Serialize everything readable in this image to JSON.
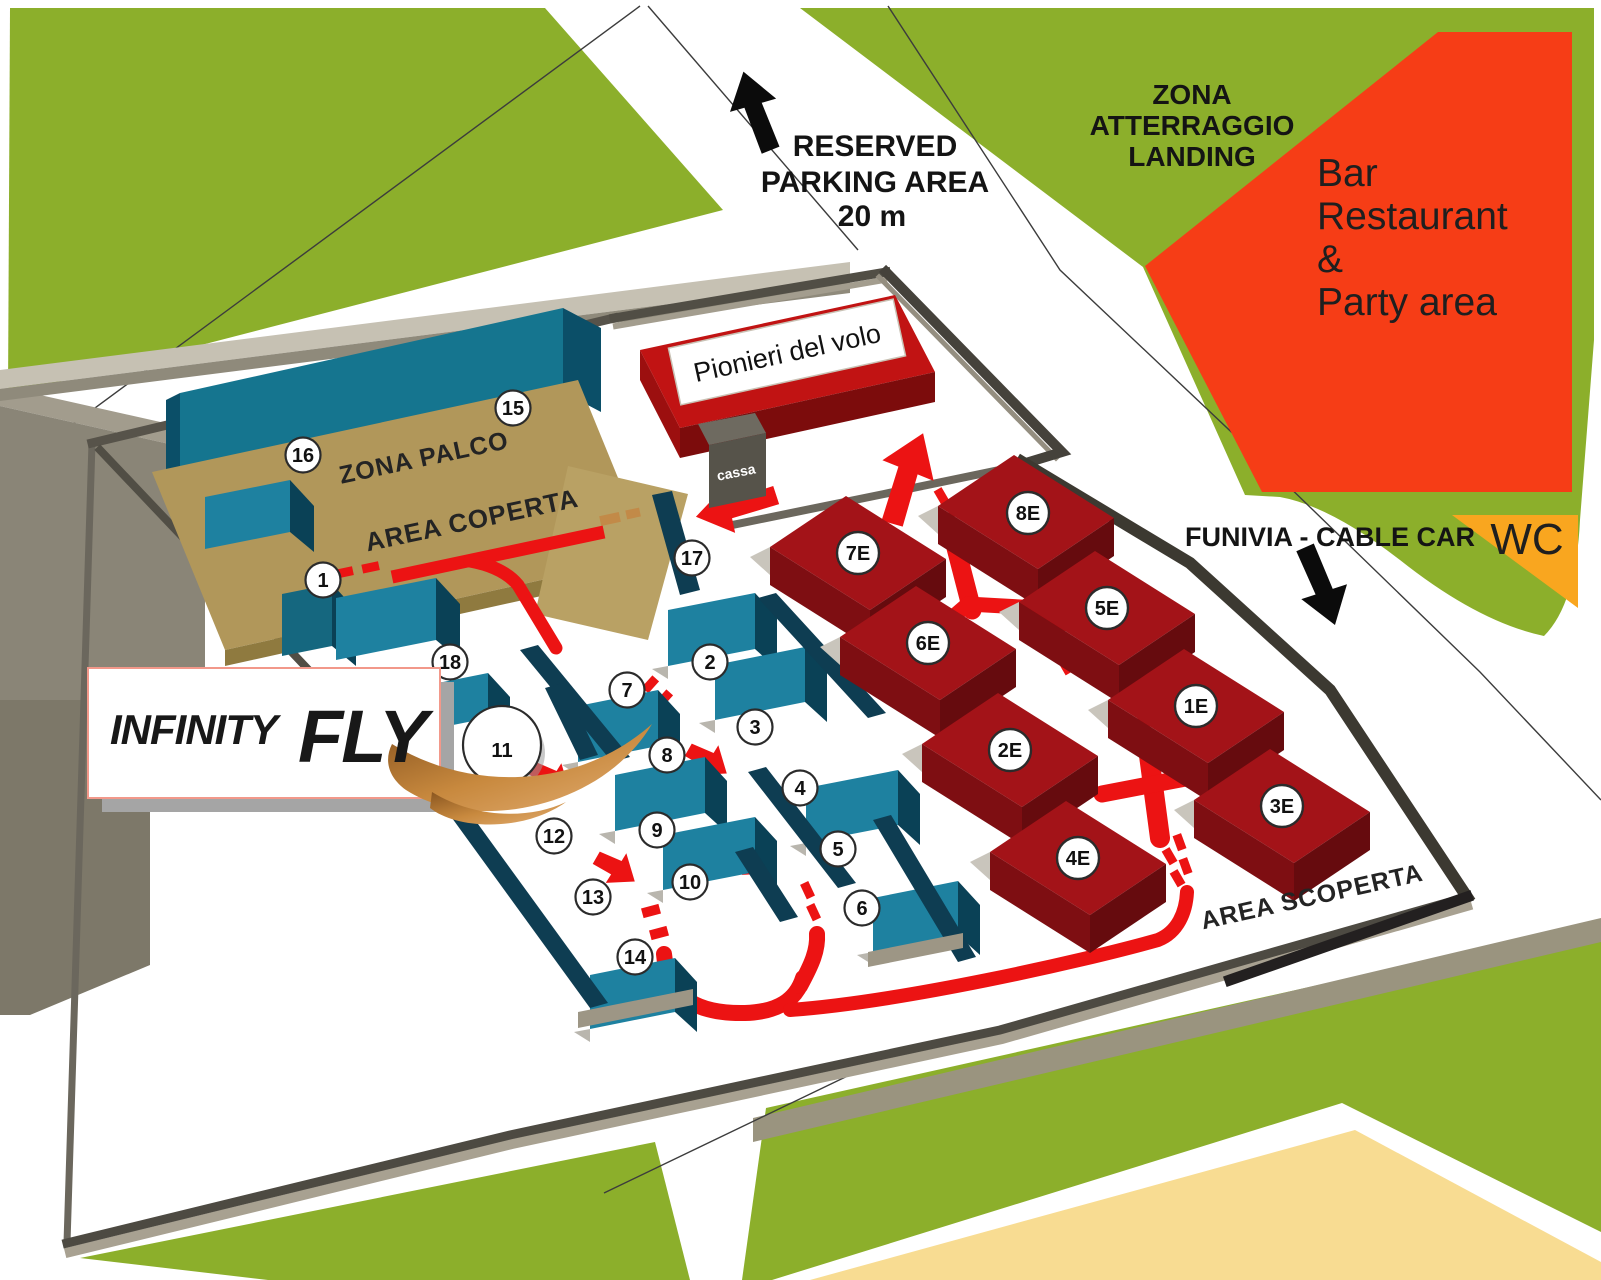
{
  "areas": {
    "parking": {
      "line1": "RESERVED",
      "line2": "PARKING AREA",
      "line3": "20 m"
    },
    "landing": {
      "line1": "ZONA",
      "line2": "ATTERRAGGIO",
      "line3": "LANDING"
    },
    "bar": {
      "line1": "Bar",
      "line2": "Restaurant",
      "line3": "&",
      "line4": "Party area"
    },
    "wc": "WC",
    "funivia": "FUNIVIA - CABLE CAR",
    "stage": "ZONA PALCO",
    "covered": "AREA COPERTA",
    "open": "AREA SCOPERTA",
    "pavilion": "Pionieri del volo",
    "ticket": "cassa"
  },
  "logo": {
    "word1": "INFINITY",
    "word2": "FLY"
  },
  "markers": {
    "m1": "1",
    "m2": "2",
    "m3": "3",
    "m4": "4",
    "m5": "5",
    "m6": "6",
    "m7": "7",
    "m8": "8",
    "m9": "9",
    "m10": "10",
    "m11": "11",
    "m12": "12",
    "m13": "13",
    "m14": "14",
    "m15": "15",
    "m16": "16",
    "m17": "17",
    "m18": "18"
  },
  "blocks": {
    "e1": "1E",
    "e2": "2E",
    "e3": "3E",
    "e4": "4E",
    "e5": "5E",
    "e6": "6E",
    "e7": "7E",
    "e8": "8E"
  },
  "colors": {
    "grass": "#8CAF2B",
    "bar_area": "#F63D16",
    "wc_area": "#F9A61F",
    "stand_teal": "#1E81A0",
    "block_red": "#A31318",
    "stage_tan": "#B1975A",
    "route_red": "#EC1313",
    "fence_gray": "#55524A",
    "yellow_field": "#F8DC92"
  }
}
